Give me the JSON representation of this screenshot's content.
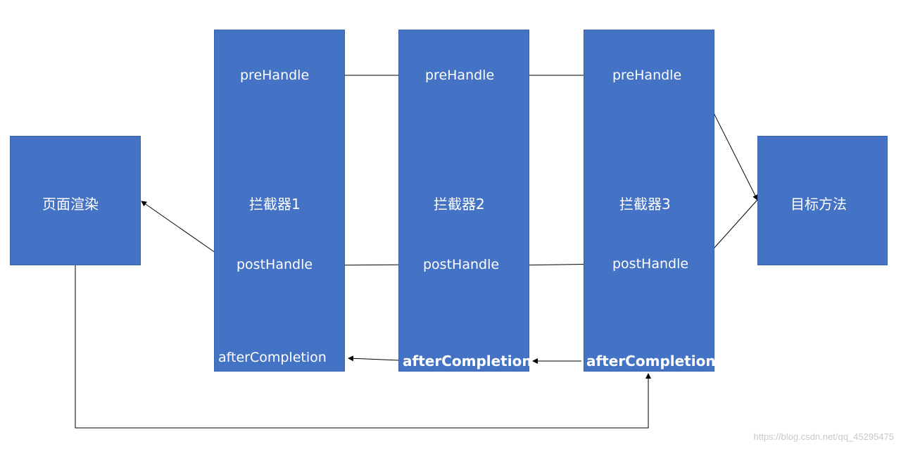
{
  "nodes": {
    "render": {
      "label": "页面渲染"
    },
    "interceptor1": {
      "label": "拦截器1",
      "pre": "preHandle",
      "post": "postHandle",
      "after": "afterCompletion"
    },
    "interceptor2": {
      "label": "拦截器2",
      "pre": "preHandle",
      "post": "postHandle",
      "after": "afterCompletion"
    },
    "interceptor3": {
      "label": "拦截器3",
      "pre": "preHandle",
      "post": "postHandle",
      "after": "afterCompletion"
    },
    "target": {
      "label": "目标方法"
    }
  },
  "colors": {
    "box_fill": "#4472C4",
    "text": "#ffffff",
    "arrow": "#000000"
  },
  "watermark": "https://blog.csdn.net/qq_45295475"
}
